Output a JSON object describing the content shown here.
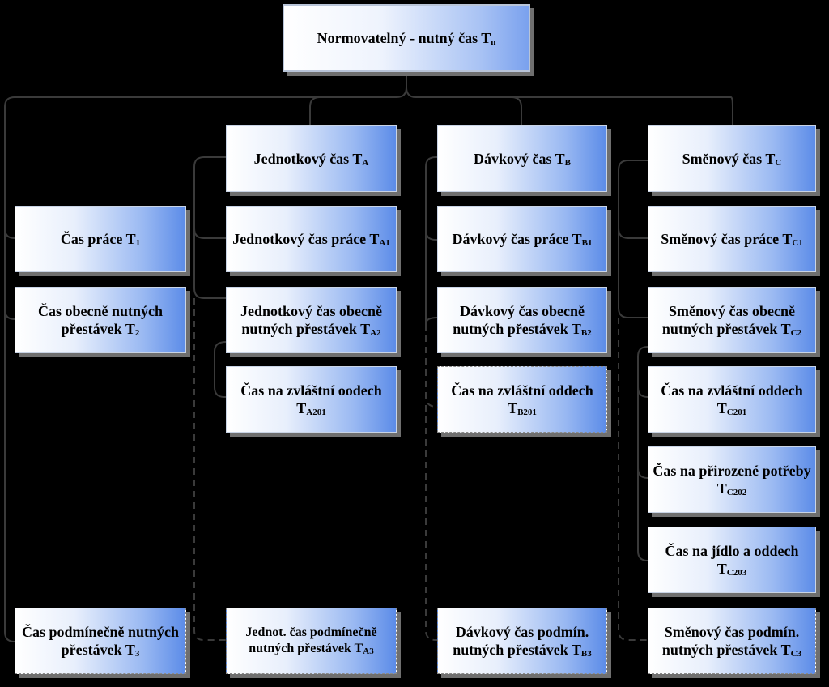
{
  "root": {
    "text": "Normovatelný - nutný čas T",
    "sub": "n"
  },
  "groups": {
    "a": {
      "text": "Jednotkový čas T",
      "sub": "A"
    },
    "b": {
      "text": "Dávkový čas T",
      "sub": "B"
    },
    "c": {
      "text": "Směnový čas T",
      "sub": "C"
    }
  },
  "col0": {
    "work": {
      "text": "Čas práce T",
      "sub": "1"
    },
    "general": {
      "text": "Čas obecně nutných přestávek T",
      "sub": "2"
    },
    "conditional": {
      "text": "Čas podmínečně nutných přestávek T",
      "sub": "3"
    }
  },
  "colA": {
    "work": {
      "text": "Jednotkový čas práce T",
      "sub": "A1"
    },
    "general": {
      "text": "Jednotkový čas obecně nutných přestávek T",
      "sub": "A2"
    },
    "special": {
      "text": "Čas na zvláštní oodech T",
      "sub": "A201"
    },
    "conditional": {
      "text": "Jednot. čas podmínečně nutných přestávek T",
      "sub": "A3"
    }
  },
  "colB": {
    "work": {
      "text": "Dávkový čas práce T",
      "sub": "B1"
    },
    "general": {
      "text": "Dávkový čas obecně nutných přestávek T",
      "sub": "B2"
    },
    "special": {
      "text": "Čas na zvláštní oddech T",
      "sub": "B201"
    },
    "conditional": {
      "text": "Dávkový čas podmín. nutných přestávek T",
      "sub": "B3"
    }
  },
  "colC": {
    "work": {
      "text": "Směnový čas práce T",
      "sub": "C1"
    },
    "general": {
      "text": "Směnový čas obecně nutných přestávek T",
      "sub": "C2"
    },
    "special": {
      "text": "Čas na zvláštní oddech T",
      "sub": "C201"
    },
    "natural": {
      "text": "Čas na přirozené potřeby T",
      "sub": "C202"
    },
    "meal": {
      "text": "Čas na jídlo a oddech T",
      "sub": "C203"
    },
    "conditional": {
      "text": "Směnový čas podmín. nutných přestávek T",
      "sub": "C3"
    }
  },
  "colors": {
    "background": "#000000",
    "connector": "#3a3a3a",
    "box_light": "#ffffff",
    "box_dark": "#5c8ce8"
  }
}
